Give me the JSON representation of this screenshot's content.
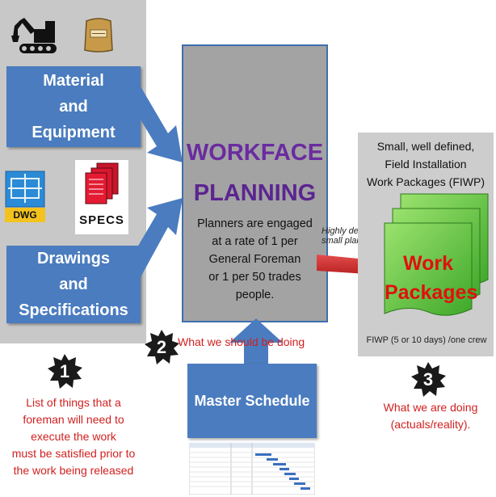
{
  "left_panel": {
    "icons": [
      "excavator-icon",
      "material-bag-icon",
      "dwg-file-icon",
      "specs-file-icon"
    ],
    "dwg_label": "DWG",
    "specs_label": "SPECS",
    "material_box": "Material\nand\nEquipment",
    "drawings_box": "Drawings\nand\nSpecifications"
  },
  "center": {
    "title_line1": "WORKFACE",
    "title_line2": "PLANNING",
    "description": "Planners are engaged\nat a rate of 1 per\nGeneral Foreman\nor 1 per 50 trades\npeople."
  },
  "arrow_label": "Highly detailed\nsmall plans",
  "right_panel": {
    "header": "Small, well defined,\nField Installation\nWork Packages (FIWP)",
    "package_line1": "Work",
    "package_line2": "Packages",
    "footer": "FIWP (5 or 10 days) /one crew"
  },
  "master_schedule": "Master Schedule",
  "steps": [
    {
      "number": "1",
      "text": "List of things that a\nforeman will need to\nexecute the work\nmust be satisfied prior to\nthe work being released"
    },
    {
      "number": "2",
      "text": "What we should be doing"
    },
    {
      "number": "3",
      "text": "What we are doing\n(actuals/reality)."
    }
  ],
  "colors": {
    "blue": "#4a7cbf",
    "purple": "#6a2ba0",
    "red": "#d11f1f",
    "green": "#5cc43a",
    "gray_panel": "#c8c8c8"
  }
}
